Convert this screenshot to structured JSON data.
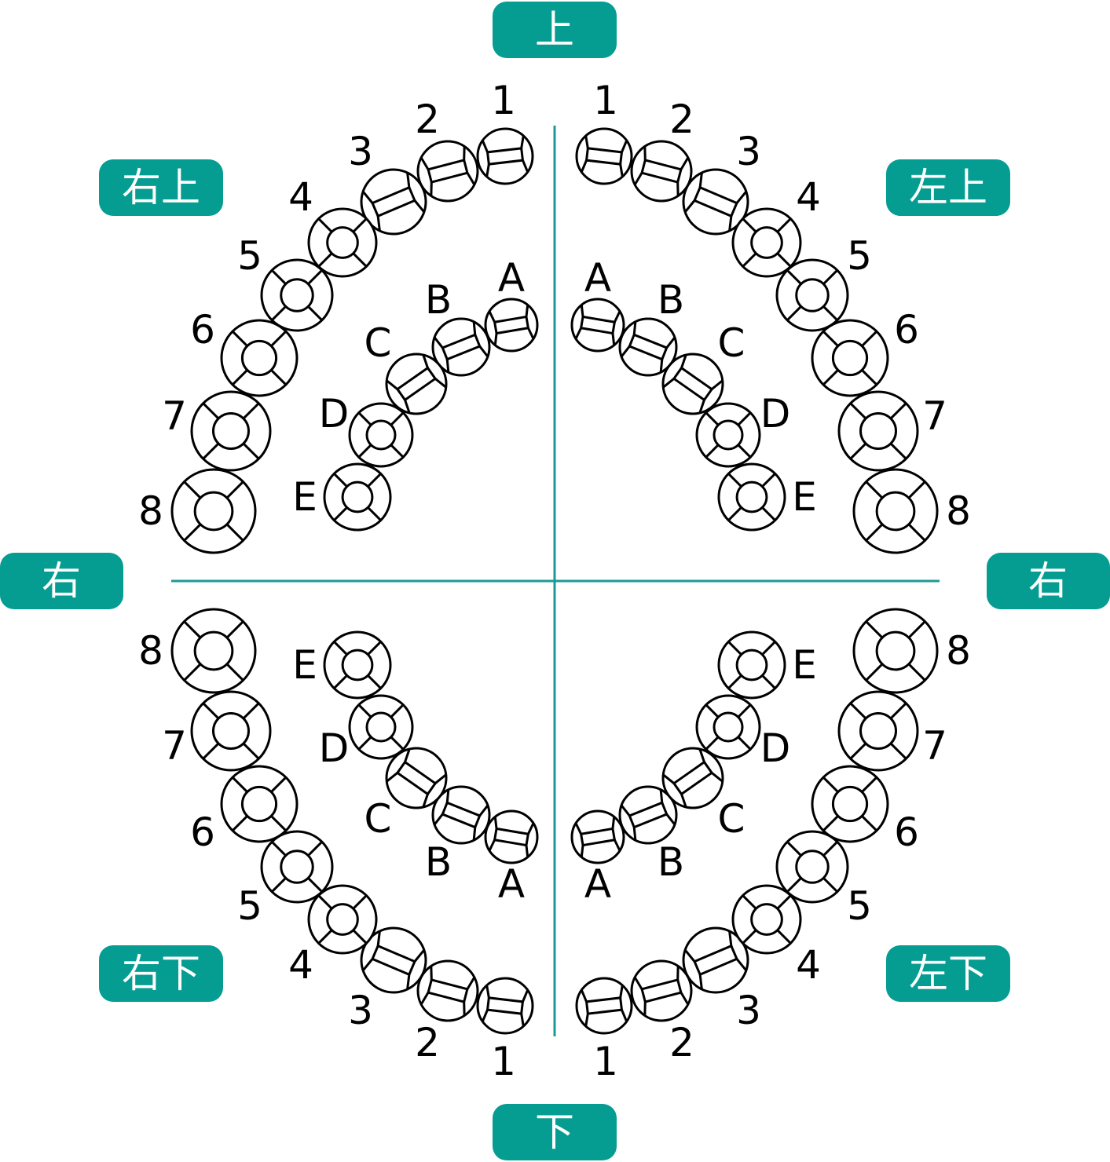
{
  "badges": {
    "top": "上",
    "bottom": "下",
    "upper_right": "右上",
    "upper_left": "左上",
    "lower_right": "右下",
    "lower_left": "左下",
    "right_side": "右",
    "left_side": "右"
  },
  "permanent_teeth": [
    "1",
    "2",
    "3",
    "4",
    "5",
    "6",
    "7",
    "8"
  ],
  "primary_teeth": [
    "A",
    "B",
    "C",
    "D",
    "E"
  ],
  "colors": {
    "badge": "#059d92",
    "axis": "#1a9a96",
    "outline": "#000000"
  }
}
